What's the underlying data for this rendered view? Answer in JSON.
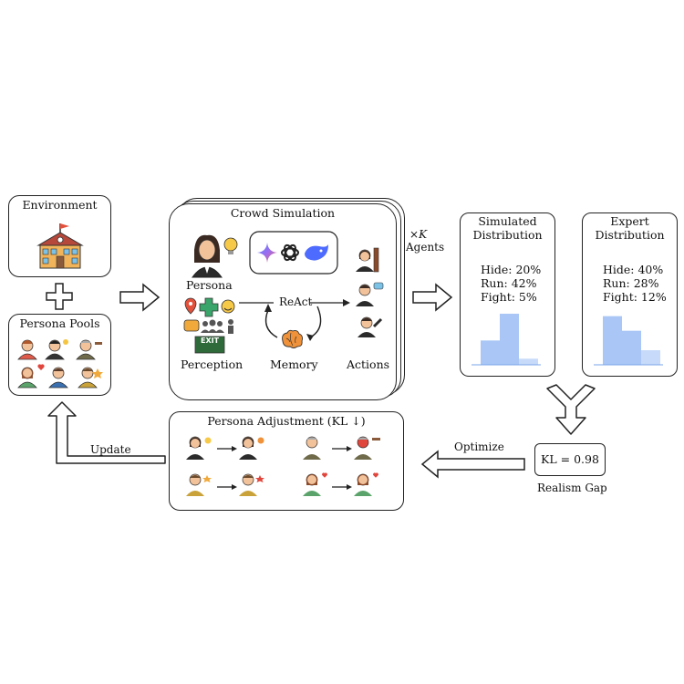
{
  "environment": {
    "title": "Environment"
  },
  "persona_pools": {
    "title": "Persona Pools"
  },
  "crowd_simulation": {
    "title": "Crowd Simulation",
    "persona_label": "Persona",
    "perception_label": "Perception",
    "memory_label": "Memory",
    "actions_label": "Actions",
    "react_label": "ReAct",
    "exit_sign": "EXIT",
    "multiplier": "×",
    "k_symbol": "K",
    "agents_label": "Agents"
  },
  "simulated": {
    "title_line1": "Simulated",
    "title_line2": "Distribution",
    "lines": [
      "Hide: 20%",
      "Run: 42%",
      "Fight: 5%"
    ],
    "values": [
      20,
      42,
      5
    ]
  },
  "expert": {
    "title_line1": "Expert",
    "title_line2": "Distribution",
    "lines": [
      "Hide: 40%",
      "Run: 28%",
      "Fight: 12%"
    ],
    "values": [
      40,
      28,
      12
    ]
  },
  "kl": {
    "text": "KL = 0.98",
    "caption": "Realism Gap"
  },
  "persona_adjustment": {
    "title": "Persona Adjustment (KL ↓)"
  },
  "arrows": {
    "optimize": "Optimize",
    "update": "Update"
  },
  "colors": {
    "bar_fill": "#a9c6f6",
    "bar_fill_light": "#c7daf9",
    "border": "#222222"
  }
}
